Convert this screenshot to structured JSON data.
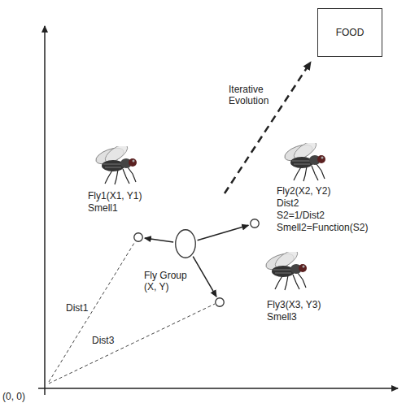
{
  "diagram": {
    "nodes": [
      {
        "text": [
          "FOOD"
        ]
      },
      {
        "text": [
          "Fly1(X1, Y1)",
          "Smell1"
        ]
      },
      {
        "text": [
          "Fly2(X2, Y2)",
          "Dist2",
          "S2=1/Dist2",
          "Smell2=Function(S2)"
        ]
      },
      {
        "text": [
          "Fly Group (X, Y)"
        ]
      },
      {
        "text": [
          "Fly3(X3, Y3)",
          "Smell3"
        ]
      }
    ],
    "edges": [
      {
        "from": 3,
        "to": 1,
        "arrow": "to"
      },
      {
        "from": 3,
        "to": 2,
        "arrow": "to"
      },
      {
        "from": 3,
        "to": 4,
        "arrow": "to"
      }
    ],
    "labels": [
      "Iterative Evolution",
      "(0, 0)",
      "Dist1",
      "Dist3"
    ]
  }
}
